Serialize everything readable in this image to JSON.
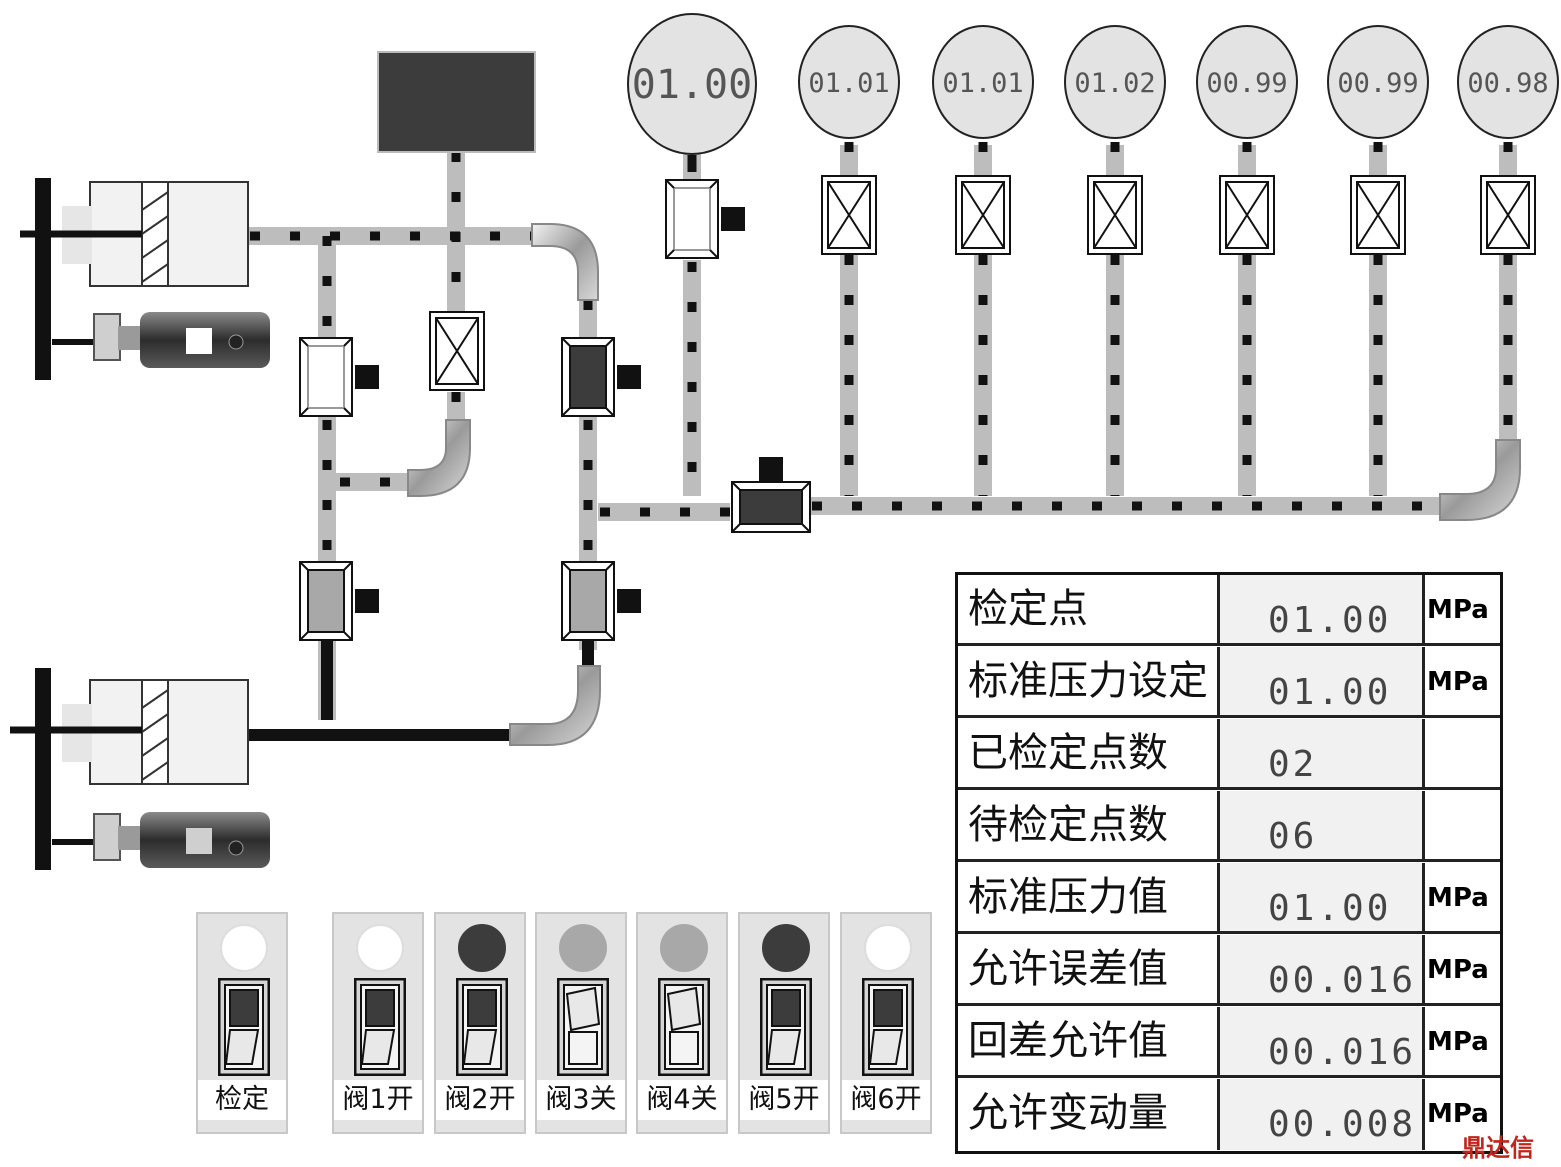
{
  "gauges": [
    {
      "id": "master-gauge",
      "value": "01.00"
    },
    {
      "id": "gauge-1",
      "value": "01.01"
    },
    {
      "id": "gauge-2",
      "value": "01.01"
    },
    {
      "id": "gauge-3",
      "value": "01.02"
    },
    {
      "id": "gauge-4",
      "value": "00.99"
    },
    {
      "id": "gauge-5",
      "value": "00.99"
    },
    {
      "id": "gauge-6",
      "value": "00.98"
    }
  ],
  "params": [
    {
      "label": "检定点",
      "value": "01.00",
      "unit": "MPa"
    },
    {
      "label": "标准压力设定",
      "value": "01.00",
      "unit": "MPa"
    },
    {
      "label": "已检定点数",
      "value": "02",
      "unit": ""
    },
    {
      "label": "待检定点数",
      "value": "06",
      "unit": ""
    },
    {
      "label": "标准压力值",
      "value": "01.00",
      "unit": "MPa"
    },
    {
      "label": "允许误差值",
      "value": "00.016",
      "unit": "MPa"
    },
    {
      "label": "回差允许值",
      "value": "00.016",
      "unit": "MPa"
    },
    {
      "label": "允许变动量",
      "value": "00.008",
      "unit": "MPa"
    }
  ],
  "switches": [
    {
      "label": "检定",
      "lamp": "#ffffff",
      "state": "down"
    },
    {
      "label": "阀1开",
      "lamp": "#ffffff",
      "state": "down"
    },
    {
      "label": "阀2开",
      "lamp": "#3c3c3c",
      "state": "down"
    },
    {
      "label": "阀3关",
      "lamp": "#a8a8a8",
      "state": "up"
    },
    {
      "label": "阀4关",
      "lamp": "#a8a8a8",
      "state": "up"
    },
    {
      "label": "阀5开",
      "lamp": "#3c3c3c",
      "state": "down"
    },
    {
      "label": "阀6开",
      "lamp": "#ffffff",
      "state": "down"
    }
  ],
  "watermark": "鼎达信",
  "colors": {
    "pipe": "#bdbdbd",
    "dots": "#111111",
    "dark_valve": "#3c3c3c",
    "gauge_face": "#e3e3e3"
  }
}
